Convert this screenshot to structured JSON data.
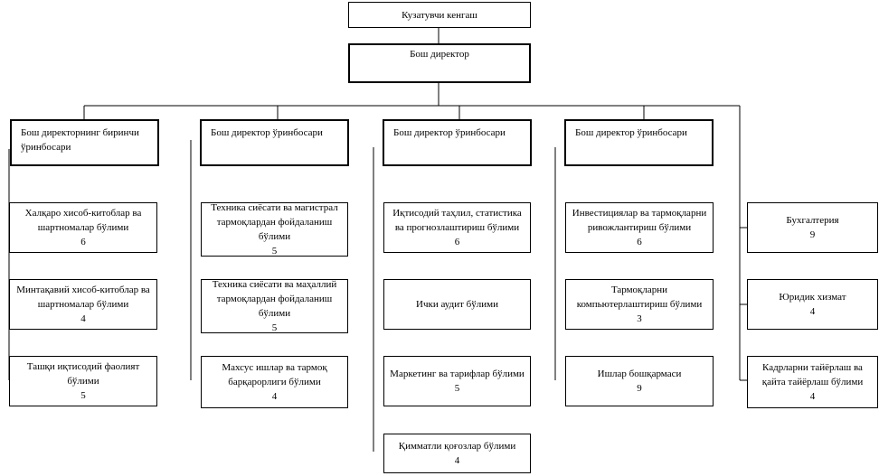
{
  "supervisory_board": "Кузатувчи кенгаш",
  "ceo": "Бош директор",
  "deputies": {
    "first": "Бош директорнинг биринчи ўринбосари",
    "second": "Бош директор ўринбосари",
    "third": "Бош директор ўринбосари",
    "fourth": "Бош директор ўринбосари"
  },
  "col1": [
    {
      "name": "Халқаро хисоб-китоблар ва шартномалар бўлими",
      "count": "6"
    },
    {
      "name": "Минтақавий хисоб-китоблар ва шартномалар бўлими",
      "count": "4"
    },
    {
      "name": "Ташқи иқтисодий фаолият бўлими",
      "count": "5"
    }
  ],
  "col2": [
    {
      "name": "Техника сиёсати ва магистрал тармоқлардан фойдаланиш бўлими",
      "count": "5"
    },
    {
      "name": "Техника сиёсати ва маҳаллий тармоқлардан фойдаланиш бўлими",
      "count": "5"
    },
    {
      "name": "Махсус ишлар ва тармоқ барқарорлиги бўлими",
      "count": "4"
    }
  ],
  "col3": [
    {
      "name": "Иқтисодий таҳлил, статистика ва прогнозлаштириш бўлими",
      "count": "6"
    },
    {
      "name": "Ички аудит бўлими",
      "count": ""
    },
    {
      "name": "Маркетинг ва тарифлар бўлими",
      "count": "5"
    },
    {
      "name": "Қимматли қоғозлар бўлими",
      "count": "4"
    }
  ],
  "col4": [
    {
      "name": "Инвестициялар ва тармоқларни ривожлантириш бўлими",
      "count": "6"
    },
    {
      "name": "Тармоқларни компьютерлаштириш бўлими",
      "count": "3"
    },
    {
      "name": "Ишлар бошқармаси",
      "count": "9"
    }
  ],
  "col5": [
    {
      "name": "Бухгалтерия",
      "count": "9"
    },
    {
      "name": "Юридик хизмат",
      "count": "4"
    },
    {
      "name": "Кадрларни тайёрлаш ва қайта тайёрлаш бўлими",
      "count": "4"
    }
  ]
}
